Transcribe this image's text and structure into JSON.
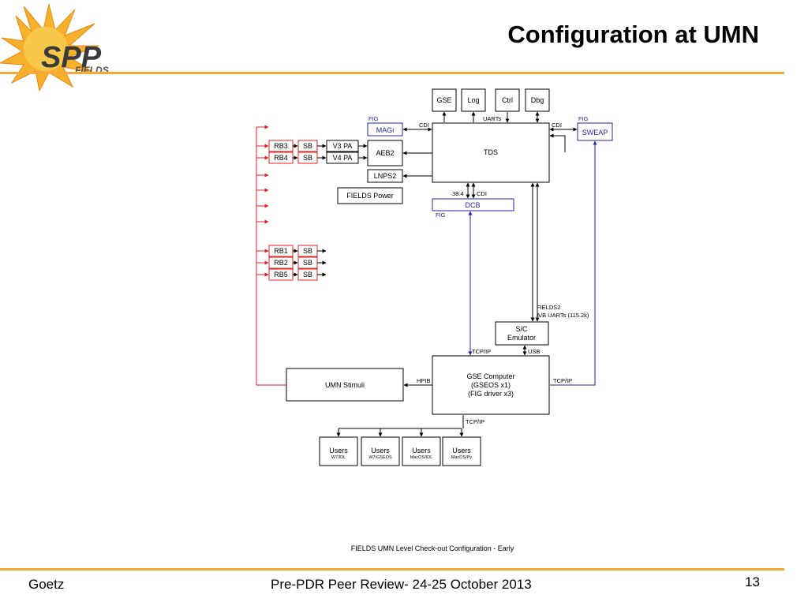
{
  "slide": {
    "title": "Configuration at UMN",
    "logo_text": {
      "main": "SPP",
      "sub": "FIELDS"
    },
    "footer": {
      "author": "Goetz",
      "event": "Pre-PDR Peer Review- 24-25 October 2013",
      "page_number": "13"
    }
  },
  "colors": {
    "accent_orange": "#f4a93a",
    "red_lines": "#e02020",
    "blue_lines": "#2222bb",
    "box_stroke": "#000000"
  },
  "diagram": {
    "caption": "FIELDS UMN Level Check-out Configuration - Early",
    "boxes": {
      "gse": "GSE",
      "log": "Log",
      "ctrl": "Ctrl",
      "dbg": "Dbg",
      "tds": "TDS",
      "magi": "MAGi",
      "sweap": "SWEAP",
      "aeb2": "AEB2",
      "lnps2": "LNPS2",
      "fields_power": "FIELDS Power",
      "dcb": "DCB",
      "rb3": "RB3",
      "rb4": "RB4",
      "rb1": "RB1",
      "rb2": "RB2",
      "rb5": "RB5",
      "sb": "SB",
      "v3pa": "V3 PA",
      "v4pa": "V4 PA",
      "sc_emulator": [
        "S/C",
        "Emulator"
      ],
      "gse_computer": [
        "GSE Computer",
        "(GSEOS x1)",
        "(FIG driver x3)"
      ],
      "umn_stimuli": "UMN Stimuli"
    },
    "users": [
      {
        "label": "Users",
        "sub": "W7/IDL"
      },
      {
        "label": "Users",
        "sub": "W7/GSEOS"
      },
      {
        "label": "Users",
        "sub": "MacOS/IDL"
      },
      {
        "label": "Users",
        "sub": "MacOS/Py"
      }
    ],
    "labels": {
      "fig": "FIG",
      "cdi": "CDI",
      "uarts": "UARTs",
      "rate_38_4": "38.4",
      "fields2_uarts": [
        "FIELDS2",
        "A/B UARTs (115.2k)"
      ],
      "tcpip": "TCP/IP",
      "usb": "USB",
      "hpib": "HPIB"
    }
  }
}
